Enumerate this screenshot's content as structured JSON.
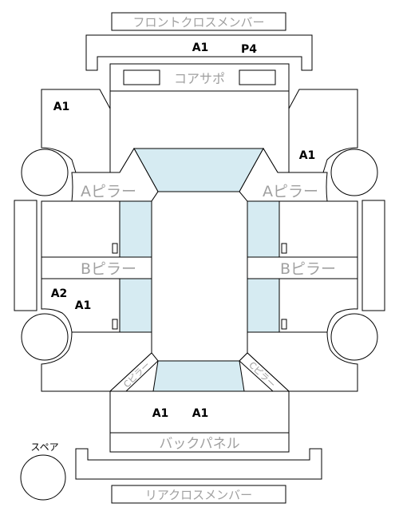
{
  "parts": {
    "front_cross_member": "フロントクロスメンバー",
    "core_support": "コアサポ",
    "a_pillar_left": "Aピラー",
    "a_pillar_right": "Aピラー",
    "b_pillar_left": "Bピラー",
    "b_pillar_right": "Bピラー",
    "rear_cross_member": "リアクロスメンバー",
    "back_panel": "バックパネル",
    "spare": "スペア",
    "c_pillar_left": "Cピラー",
    "c_pillar_right": "Cピラー"
  },
  "codes": {
    "front_a1": "A1",
    "front_p4": "P4",
    "left_fender": "A1",
    "right_fender": "A1",
    "left_rear_a2": "A2",
    "left_rear_a1": "A1",
    "back_left": "A1",
    "back_right": "A1"
  }
}
